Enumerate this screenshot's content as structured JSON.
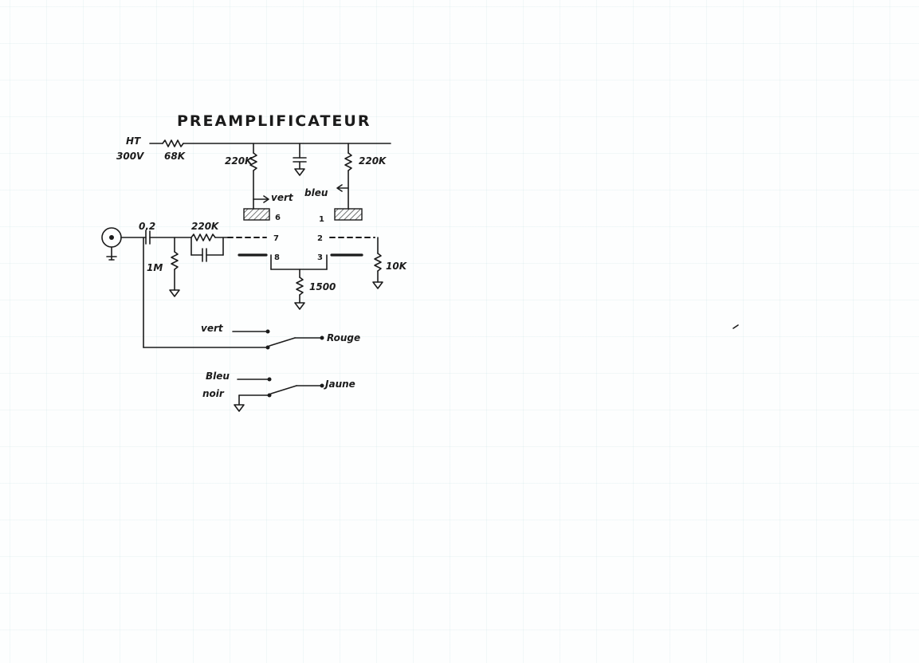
{
  "title": "PREAMPLIFICATEUR",
  "supply": {
    "name": "HT",
    "voltage": "300V",
    "resistor": "68K"
  },
  "plate_resistors": {
    "left": "220K",
    "right": "220K"
  },
  "plate_wires": {
    "left": "vert",
    "right": "bleu"
  },
  "input": {
    "capacitor": "0,2",
    "grid_resistor": "1M",
    "series_resistor": "220K"
  },
  "tube_pins": {
    "p6": "6",
    "p7": "7",
    "p8": "8",
    "p1": "1",
    "p2": "2",
    "p3": "3"
  },
  "cathode_resistor": "1500",
  "grid_leak_right": "10K",
  "switch_top": {
    "input": "vert",
    "common": "Rouge"
  },
  "switch_bottom": {
    "input": "Bleu",
    "ground": "noir",
    "common": "Jaune"
  }
}
